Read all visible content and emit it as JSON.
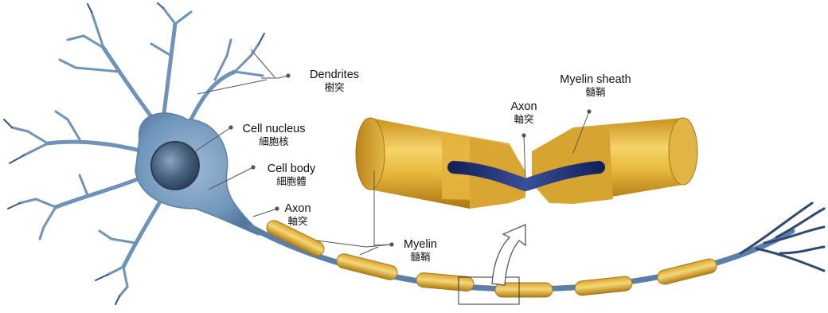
{
  "labels": {
    "dendrites": {
      "en": "Dendrites",
      "zh": "樹突"
    },
    "cell_nucleus": {
      "en": "Cell nucleus",
      "zh": "細胞核"
    },
    "cell_body": {
      "en": "Cell body",
      "zh": "細胞體"
    },
    "axon": {
      "en": "Axon",
      "zh": "軸突"
    },
    "myelin": {
      "en": "Myelin",
      "zh": "髓鞘"
    },
    "axon_detail": {
      "en": "Axon",
      "zh": "軸突"
    },
    "myelin_sheath": {
      "en": "Myelin sheath",
      "zh": "髓鞘"
    }
  },
  "colors": {
    "neuron_blue": "#6f93b8",
    "neuron_dark": "#2e4a6e",
    "myelin_gold": "#e3b53a",
    "myelin_dark": "#b8871a",
    "axon_core": "#1d2f6e",
    "pointer": "#555555"
  }
}
